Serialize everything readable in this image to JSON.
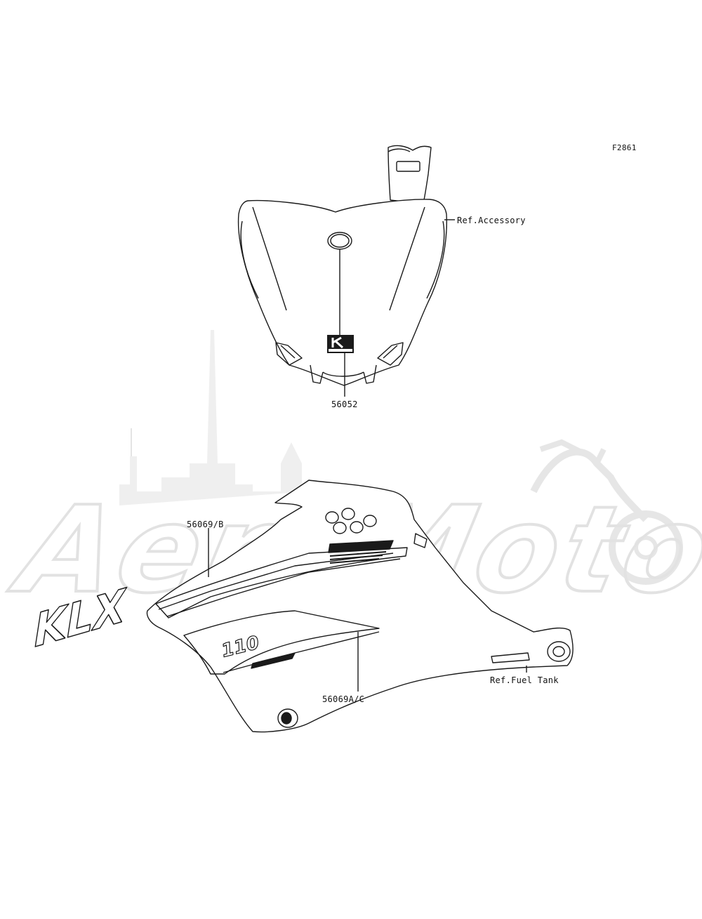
{
  "figure_id": "F2861",
  "watermark": {
    "text": "AeroMoto",
    "color": "#ececec"
  },
  "labels": {
    "ref_accessory": "Ref.Accessory",
    "part_56052": "56052",
    "part_56069b": "56069/B",
    "part_56069ac": "56069A/C",
    "ref_fuel_tank": "Ref.Fuel Tank"
  },
  "decal": {
    "model_text": "KLX",
    "displacement_text": "110"
  },
  "colors": {
    "line": "#1a1a1a",
    "watermark": "#ececec"
  }
}
